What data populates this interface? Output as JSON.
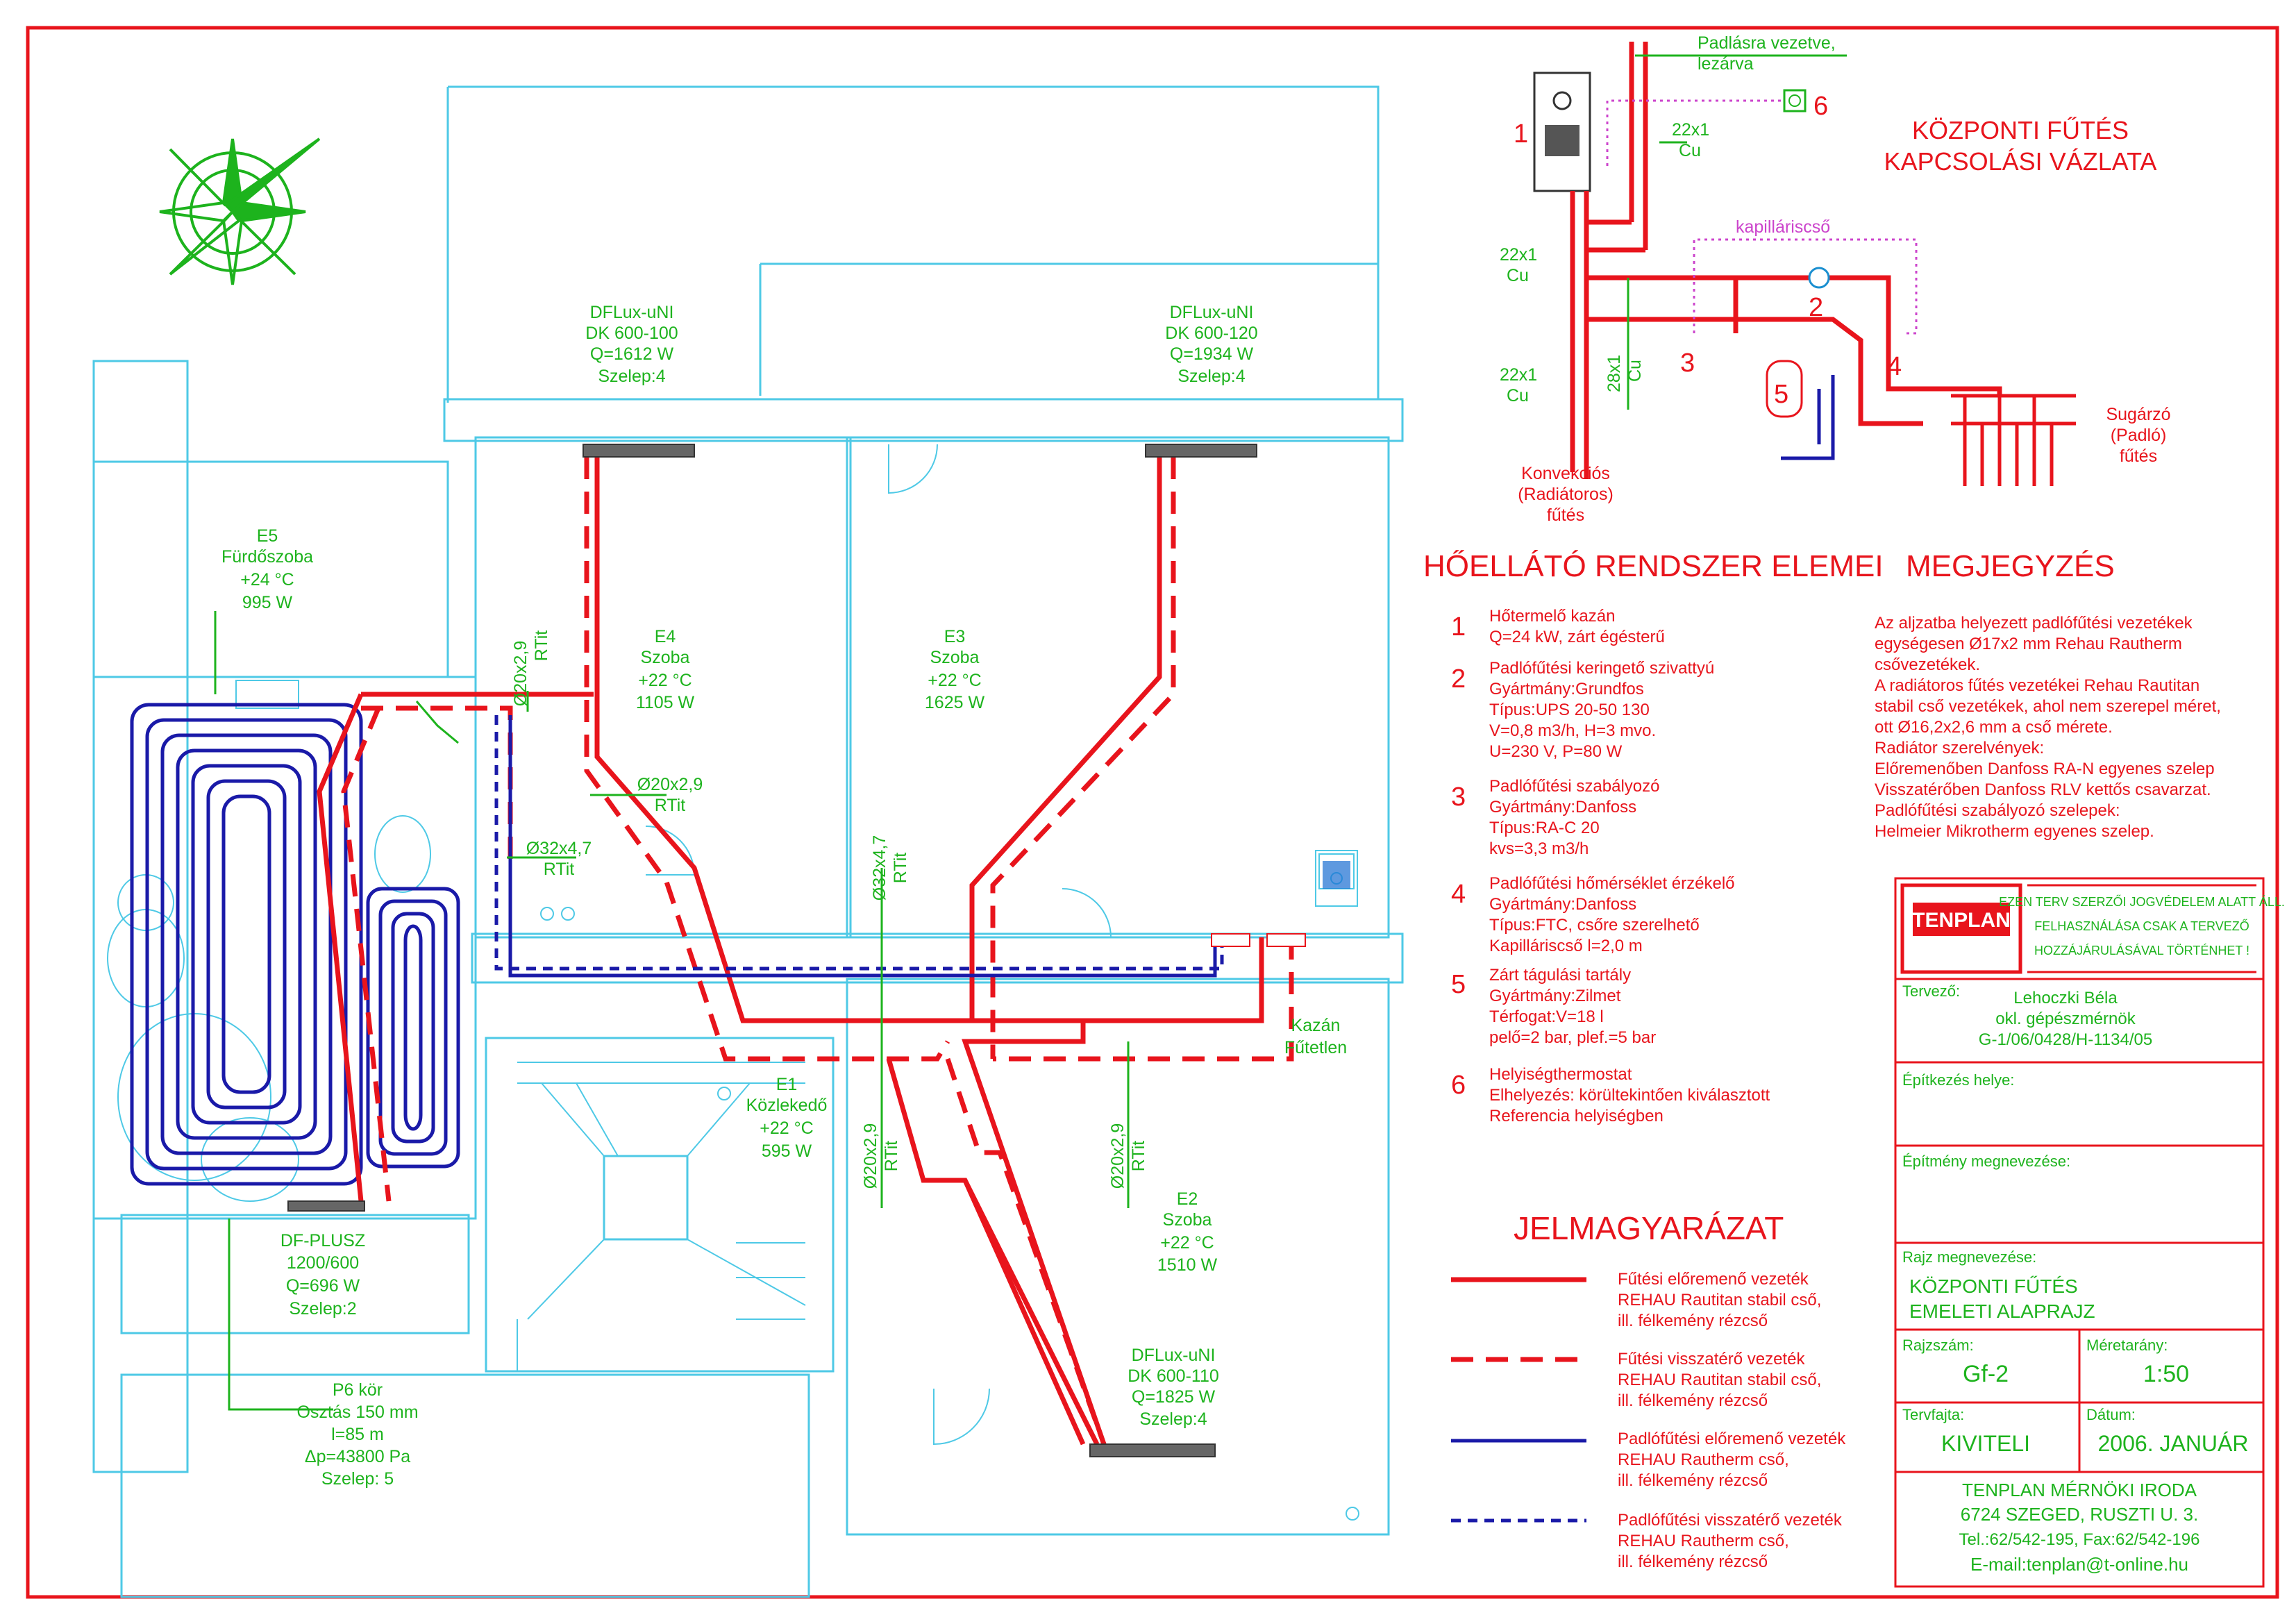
{
  "compass": {
    "icon": "compass-rose-icon",
    "color": "#1db31d"
  },
  "plan": {
    "radiators": [
      {
        "name": "DFLux-uNI",
        "model": "DK 600-100",
        "q": "Q=1612 W",
        "valve": "Szelep:4"
      },
      {
        "name": "DFLux-uNI",
        "model": "DK 600-120",
        "q": "Q=1934 W",
        "valve": "Szelep:4"
      },
      {
        "name": "DFLux-uNI",
        "model": "DK 600-110",
        "q": "Q=1825 W",
        "valve": "Szelep:4"
      }
    ],
    "rooms": [
      {
        "code": "E5",
        "name": "Fürdőszoba",
        "temp": "+24 °C",
        "power": "995 W"
      },
      {
        "code": "E4",
        "name": "Szoba",
        "temp": "+22 °C",
        "power": "1105 W"
      },
      {
        "code": "E3",
        "name": "Szoba",
        "temp": "+22 °C",
        "power": "1625 W"
      },
      {
        "code": "E1",
        "name": "Közlekedő",
        "temp": "+22 °C",
        "power": "595 W"
      },
      {
        "code": "E2",
        "name": "Szoba",
        "temp": "+22 °C",
        "power": "1510 W"
      }
    ],
    "df_plusz": {
      "name": "DF-PLUSZ",
      "size": "1200/600",
      "q": "Q=696 W",
      "valve": "Szelep:2"
    },
    "p6": {
      "title": "P6 kör",
      "spacing": "Osztás 150 mm",
      "length": "l=85 m",
      "dp": "Δp=43800 Pa",
      "valve": "Szelep: 5"
    },
    "kazan": {
      "line1": "Kazán",
      "line2": "Fűtetlen"
    },
    "pipe_labels": {
      "d20": "Ø20x2,9",
      "d32": "Ø32x4,7",
      "rtit": "RTit"
    }
  },
  "schematic": {
    "title1": "KÖZPONTI FŰTÉS",
    "title2": "KAPCSOLÁSI VÁZLATA",
    "attic1": "Padlásra vezetve,",
    "attic2": "lezárva",
    "cu22": "22x1",
    "cu": "Cu",
    "cu28": "28x1",
    "capillary": "kapilláriscső",
    "convector1": "Konvekciós",
    "convector2": "(Radiátoros)",
    "convector3": "fűtés",
    "radiant1": "Sugárzó",
    "radiant2": "(Padló)",
    "radiant3": "fűtés",
    "nums": [
      "1",
      "2",
      "3",
      "4",
      "5",
      "6"
    ]
  },
  "elements": {
    "heading": "HŐELLÁTÓ RENDSZER ELEMEI",
    "items": [
      {
        "num": "1",
        "lines": [
          "Hőtermelő kazán",
          "Q=24 kW, zárt égésterű"
        ]
      },
      {
        "num": "2",
        "lines": [
          "Padlófűtési keringető szivattyú",
          "Gyártmány:Grundfos",
          "Típus:UPS 20-50 130",
          "V=0,8 m3/h, H=3 mvo.",
          "U=230 V, P=80 W"
        ]
      },
      {
        "num": "3",
        "lines": [
          "Padlófűtési szabályozó",
          "Gyártmány:Danfoss",
          "Típus:RA-C 20",
          "kvs=3,3 m3/h"
        ]
      },
      {
        "num": "4",
        "lines": [
          "Padlófűtési hőmérséklet érzékelő",
          "Gyártmány:Danfoss",
          "Típus:FTC, csőre szerelhető",
          "Kapilláriscső l=2,0 m"
        ]
      },
      {
        "num": "5",
        "lines": [
          "Zárt tágulási tartály",
          "Gyártmány:Zilmet",
          "Térfogat:V=18 l",
          "pelő=2 bar, plef.=5 bar"
        ]
      },
      {
        "num": "6",
        "lines": [
          "Helyiségthermostat",
          "Elhelyezés: körültekintően kiválasztott",
          "Referencia helyiségben"
        ]
      }
    ]
  },
  "notes": {
    "heading": "MEGJEGYZÉS",
    "lines": [
      "Az aljzatba helyezett padlófűtési vezetékek",
      "egységesen Ø17x2 mm Rehau Rautherm",
      "  csővezetékek.",
      "A radiátoros fűtés vezetékei Rehau Rautitan",
      "stabil cső vezetékek, ahol nem szerepel méret,",
      "ott Ø16,2x2,6 mm a cső mérete.",
      "Radiátor szerelvények:",
      "Előremenőben Danfoss RA-N egyenes szelep",
      "Visszatérőben Danfoss RLV kettős csavarzat.",
      "Padlófűtési szabályozó szelepek:",
      "Helmeier Mikrotherm egyenes szelep."
    ]
  },
  "legend": {
    "heading": "JELMAGYARÁZAT",
    "items": [
      {
        "style": "supply",
        "lines": [
          "Fűtési előremenő vezeték",
          "REHAU Rautitan stabil cső,",
          "ill. félkemény rézcső"
        ]
      },
      {
        "style": "return",
        "lines": [
          "Fűtési visszatérő vezeték",
          "REHAU Rautitan stabil cső,",
          "ill. félkemény rézcső"
        ]
      },
      {
        "style": "floor-supply",
        "lines": [
          "Padlófűtési előremenő vezeték",
          "REHAU Rautherm cső,",
          "ill. félkemény rézcső"
        ]
      },
      {
        "style": "floor-return",
        "lines": [
          "Padlófűtési visszatérő vezeték",
          "REHAU Rautherm cső,",
          "ill. félkemény rézcső"
        ]
      }
    ]
  },
  "titleblock": {
    "logo": "TENPLAN",
    "copyright": [
      "EZEN TERV SZERZŐI JOGVÉDELEM ALATT ÁLL.",
      "FELHASZNÁLÁSA CSAK A TERVEZŐ",
      "HOZZÁJÁRULÁSÁVAL TÖRTÉNHET !"
    ],
    "designer_label": "Tervező:",
    "designer": [
      "Lehoczki Béla",
      "okl. gépészmérnök",
      "G-1/06/0428/H-1134/05"
    ],
    "site_label": "Építkezés helye:",
    "building_label": "Építmény megnevezése:",
    "drawing_label": "Rajz megnevezése:",
    "drawing": [
      "KÖZPONTI FŰTÉS",
      "EMELETI ALAPRAJZ"
    ],
    "number_label": "Rajzszám:",
    "number": "Gf-2",
    "scale_label": "Méretarány:",
    "scale": "1:50",
    "type_label": "Tervfajta:",
    "type": "KIVITELI",
    "date_label": "Dátum:",
    "date": "2006.  JANUÁR",
    "office": [
      "TENPLAN MÉRNÖKI IRODA",
      "6724 SZEGED, RUSZTI U. 3.",
      "Tel.:62/542-195, Fax:62/542-196",
      "E-mail:tenplan@t-online.hu"
    ]
  },
  "colors": {
    "supply": "#e8141c",
    "floor": "#1a1aa8",
    "label": "#1db31d",
    "wall": "#4ec9e6",
    "title": "#e8141c"
  }
}
